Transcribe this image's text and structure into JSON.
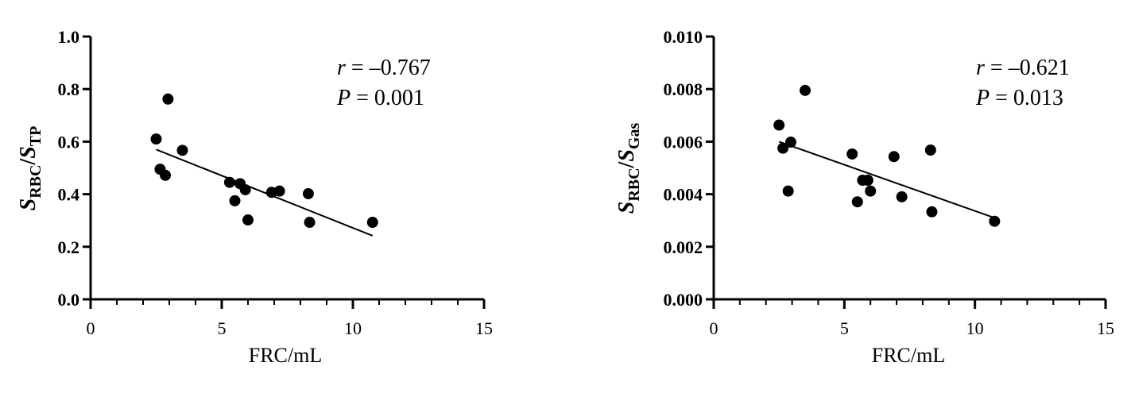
{
  "chart_data": [
    {
      "type": "scatter",
      "xlabel": "FRC/mL",
      "ylabel": {
        "main_a": "S",
        "sub_a": "RBC",
        "slash": "/",
        "main_b": "S",
        "sub_b": "TP"
      },
      "xlim": [
        0,
        15
      ],
      "ylim": [
        0,
        1.0
      ],
      "xticks": [
        "0",
        "5",
        "10",
        "15"
      ],
      "yticks": [
        "0.0",
        "0.2",
        "0.4",
        "0.6",
        "0.8",
        "1.0"
      ],
      "points": [
        {
          "x": 2.5,
          "y": 0.61
        },
        {
          "x": 2.65,
          "y": 0.495
        },
        {
          "x": 2.85,
          "y": 0.472
        },
        {
          "x": 2.95,
          "y": 0.762
        },
        {
          "x": 3.5,
          "y": 0.567
        },
        {
          "x": 5.3,
          "y": 0.445
        },
        {
          "x": 5.5,
          "y": 0.375
        },
        {
          "x": 5.7,
          "y": 0.44
        },
        {
          "x": 5.9,
          "y": 0.417
        },
        {
          "x": 6.0,
          "y": 0.302
        },
        {
          "x": 6.9,
          "y": 0.407
        },
        {
          "x": 7.2,
          "y": 0.412
        },
        {
          "x": 8.3,
          "y": 0.402
        },
        {
          "x": 8.35,
          "y": 0.293
        },
        {
          "x": 10.75,
          "y": 0.293
        }
      ],
      "fit_line": {
        "x": [
          2.5,
          10.75
        ],
        "y": [
          0.57,
          0.242
        ]
      },
      "r_label": "r",
      "r_value": " = –0.767",
      "p_label": "P",
      "p_value": " = 0.001",
      "grid": false
    },
    {
      "type": "scatter",
      "xlabel": "FRC/mL",
      "ylabel": {
        "main_a": "S",
        "sub_a": "RBC",
        "slash": "/",
        "main_b": "S",
        "sub_b": "Gas"
      },
      "xlim": [
        0,
        15
      ],
      "ylim": [
        0,
        0.01
      ],
      "xticks": [
        "0",
        "5",
        "10",
        "15"
      ],
      "yticks": [
        "0.000",
        "0.002",
        "0.004",
        "0.006",
        "0.008",
        "0.010"
      ],
      "points": [
        {
          "x": 2.5,
          "y": 0.00663
        },
        {
          "x": 2.65,
          "y": 0.00575
        },
        {
          "x": 2.85,
          "y": 0.00412
        },
        {
          "x": 2.95,
          "y": 0.00598
        },
        {
          "x": 3.5,
          "y": 0.00795
        },
        {
          "x": 5.3,
          "y": 0.00553
        },
        {
          "x": 5.5,
          "y": 0.00371
        },
        {
          "x": 5.7,
          "y": 0.00453
        },
        {
          "x": 5.9,
          "y": 0.00453
        },
        {
          "x": 6.0,
          "y": 0.00412
        },
        {
          "x": 6.9,
          "y": 0.00543
        },
        {
          "x": 7.2,
          "y": 0.0039
        },
        {
          "x": 8.3,
          "y": 0.00568
        },
        {
          "x": 8.35,
          "y": 0.00333
        },
        {
          "x": 10.75,
          "y": 0.00297
        }
      ],
      "fit_line": {
        "x": [
          2.5,
          10.75
        ],
        "y": [
          0.006,
          0.0031
        ]
      },
      "r_label": "r",
      "r_value": " = –0.621",
      "p_label": "P",
      "p_value": " = 0.013",
      "grid": false
    }
  ]
}
